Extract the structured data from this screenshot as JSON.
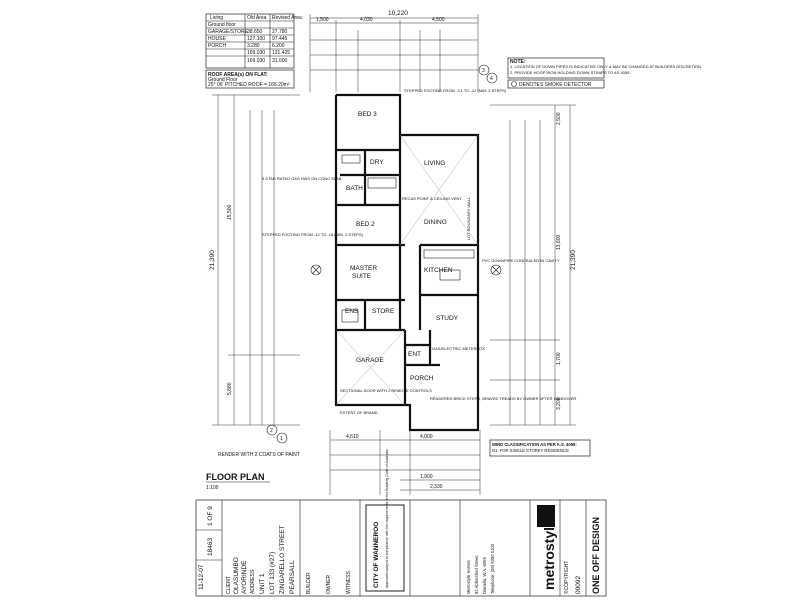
{
  "area_table": {
    "headers": [
      "Living",
      "Old Area",
      "Revised Area"
    ],
    "rows": [
      [
        "Ground floor",
        "",
        ""
      ],
      [
        "GARAGE/STORE",
        "38.650",
        "27.780"
      ],
      [
        "HOUSE",
        "127.100",
        "97.445"
      ],
      [
        "PORCH",
        "3.280",
        "6.200"
      ],
      [
        "",
        "169.030",
        "131.425"
      ],
      [
        "",
        "169.030",
        "31.600"
      ]
    ]
  },
  "roof_area": {
    "title": "ROOF AREA(s) ON FLAT:",
    "subtitle": "Ground Floor",
    "line": "25° 06' PITCHED ROOF = 166.20m²"
  },
  "notes": {
    "title": "NOTE:",
    "items": [
      "1. LOCATION OF DOWN PIPES IS INDICATIVE ONLY & MAY BE CHANGED AT BUILDERS DISCRETION",
      "2. PROVIDE HOOP IRON HOLDING DOWN STRAPS TO AS 4055."
    ]
  },
  "smoke_detector_label": "DENOTES SMOKE DETECTOR",
  "dimensions": {
    "overall_width": "10,220",
    "top_left": "1,500",
    "top_mid": "4,030",
    "top_right": "4,500",
    "overall_length_left": "21,390",
    "overall_length_right": "21,390",
    "left_a": "15,500",
    "left_b": "5,880",
    "right_a": "2,500",
    "right_b": "13,600",
    "right_c": "1,700",
    "right_d": "3,200",
    "bottom_a": "4,610",
    "bottom_b": "4,000",
    "bottom_c": "1,900",
    "bottom_d": "2,330"
  },
  "rooms": {
    "bed3": "BED 3",
    "living": "LIVING",
    "dry": "DRY",
    "bath": "BATH",
    "dining": "DINING",
    "bed2": "BED 2",
    "master": "MASTER",
    "suite": "SUITE",
    "kitchen": "KITCHEN",
    "ens": "ENS",
    "store": "STORE",
    "study": "STUDY",
    "garage": "GARAGE",
    "ent": "ENT",
    "porch": "PORCH"
  },
  "annotations": {
    "stepped_footing_top": "STEPPED FOOTING FROM -3.1 TO -12 (MIN. 2 STEPS)",
    "hws": "5 STAR RATED GAS HWS ON CONC SLAB",
    "stepped_footing_mid": "STEPPED FOOTING FROM -12 TO -18 (MIN. 2 STEPS)",
    "fan": "RECAS POINT & CEILING VENT",
    "downpipe": "PVC DOWNPIPE CONCEALED IN CAVITY",
    "brick_sill": "RENDERED BRICK STEPS, BRAVED TREADS BY OWNER AFTER HANDOVER",
    "slab": "LOT BOUNDARY WALL",
    "meter": "GAS/ELECTRIC METERBOX",
    "extent": "EXTENT OF BRAND",
    "door": "SECTIONAL DOOR WITH 2 REMOTE CONTROLS"
  },
  "render_note": "RENDER WITH 2 COATS OF PAINT",
  "floor_plan": {
    "title": "FLOOR PLAN",
    "scale": "1:100"
  },
  "wind": {
    "line1": "WIND CLASSIFICATION AS PER A.S. 4055:",
    "line2": "N1: FOR SINGLE STOREY RESIDENCE"
  },
  "section_markers": [
    "1",
    "2",
    "3",
    "4"
  ],
  "title_block": {
    "design_type": "ONE OFF DESIGN",
    "copyright": "©COPYRIGHT",
    "design_no": "00092",
    "logo": "metrostyle.",
    "company": "Metrostyle Homes",
    "address_lines": [
      "82 Abbotsford Street,",
      "Dianella, W.A. 6059",
      "Telephone: (08) 9300 5100"
    ],
    "client_label": "CLIENT",
    "client": [
      "OLASUMBO",
      "AYORINDE"
    ],
    "address_label": "ADDRESS",
    "address": [
      "UNIT 1",
      "LOT 133 (#27)",
      "ZINGARELLO STREET",
      "PEARSALL"
    ],
    "builder_label": "BUILDER",
    "owner_label": "OWNER",
    "witness_label": "WITNESS",
    "sheet": "1 OF 9",
    "job_no": "18463",
    "date": "11-12-07",
    "stamp": "CITY OF WANNEROO",
    "stamp_note": "Approved subject to compliance with the requirements of the Building Code of Australia"
  }
}
